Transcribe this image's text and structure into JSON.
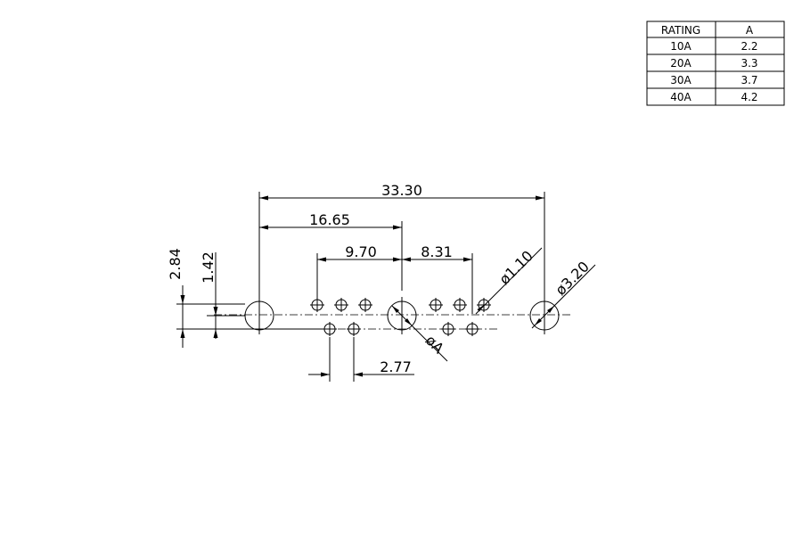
{
  "rating_table": {
    "header": [
      "RATING",
      "A"
    ],
    "rows": [
      [
        "10A",
        "2.2"
      ],
      [
        "20A",
        "3.3"
      ],
      [
        "30A",
        "3.7"
      ],
      [
        "40A",
        "4.2"
      ]
    ]
  },
  "dimensions": {
    "overall_width": "33.30",
    "half_width": "16.65",
    "left_pin_span": "9.70",
    "right_pin_span": "8.31",
    "height_total": "2.84",
    "height_half": "1.42",
    "pin_pitch": "2.77",
    "small_hole_dia": "ø1.10",
    "large_hole_dia": "ø3.20",
    "center_hole_dia": "øA"
  }
}
